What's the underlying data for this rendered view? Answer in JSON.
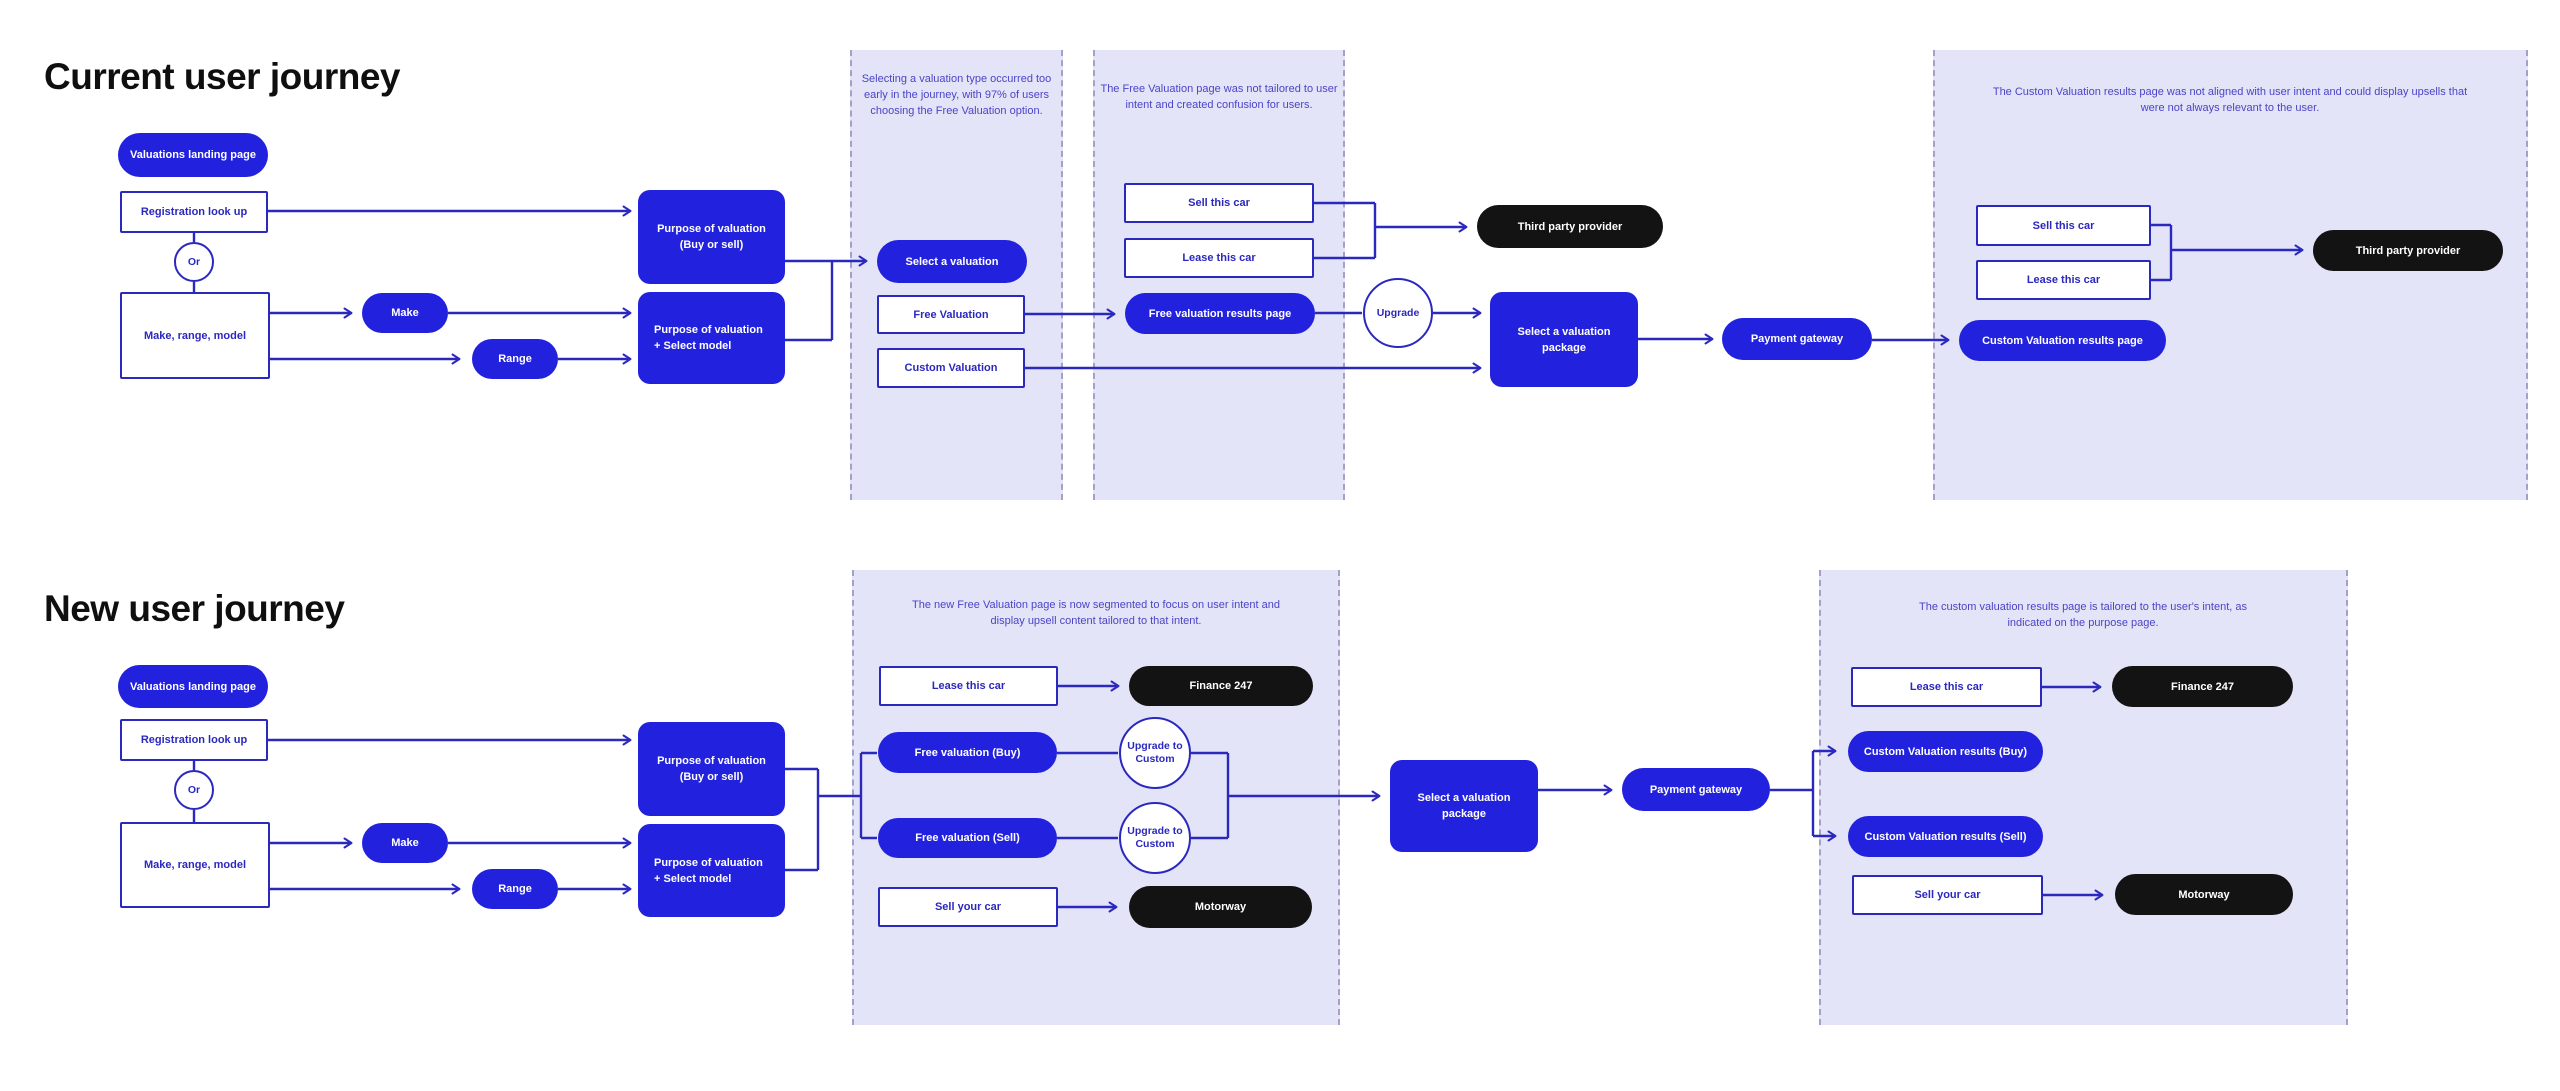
{
  "colors": {
    "blue_fill": "#2222DE",
    "line": "#2B28BD",
    "black_fill": "#131313",
    "panel_bg": "#E4E4F8",
    "panel_dash": "#A3A1C9",
    "note_text": "#4B44C6",
    "title_text": "#0F0F0F"
  },
  "current": {
    "title": "Current user journey",
    "nodes": {
      "valuations_landing": "Valuations landing page",
      "registration": "Registration look up",
      "or": "Or",
      "make_range_model": "Make, range, model",
      "make": "Make",
      "range": "Range",
      "purpose_buy_l1": "Purpose of valuation",
      "purpose_buy_l2": "(Buy or sell)",
      "purpose_model_l1": "Purpose of valuation",
      "purpose_model_l2": "+ Select model",
      "select_valuation": "Select a valuation",
      "free_valuation": "Free Valuation",
      "custom_valuation": "Custom Valuation",
      "sell_this_car": "Sell this car",
      "lease_this_car": "Lease this car",
      "free_results": "Free valuation results page",
      "upgrade": "Upgrade",
      "third_party": "Third party provider",
      "select_package_l1": "Select a valuation",
      "select_package_l2": "package",
      "payment_gateway": "Payment gateway",
      "custom_results": "Custom Valuation results page"
    },
    "notes": {
      "valuation_type": "Selecting a valuation type occurred too early in the journey, with 97% of users choosing the Free Valuation option.",
      "free_valuation_page": "The Free Valuation page was not tailored to user intent and created confusion for users.",
      "custom_results_page": "The Custom Valuation results page was not aligned with user intent and could display upsells that were not always relevant to the user."
    }
  },
  "new": {
    "title": "New user journey",
    "nodes": {
      "valuations_landing": "Valuations landing page",
      "registration": "Registration look up",
      "or": "Or",
      "make_range_model": "Make, range, model",
      "make": "Make",
      "range": "Range",
      "purpose_buy_l1": "Purpose of valuation",
      "purpose_buy_l2": "(Buy or sell)",
      "purpose_model_l1": "Purpose of valuation",
      "purpose_model_l2": "+ Select model",
      "lease_this_car": "Lease this car",
      "finance_247": "Finance 247",
      "free_valuation_buy": "Free valuation (Buy)",
      "free_valuation_sell": "Free valuation (Sell)",
      "upgrade_custom_l1": "Upgrade to",
      "upgrade_custom_l2": "Custom",
      "sell_your_car": "Sell your car",
      "motorway": "Motorway",
      "select_package_l1": "Select a valuation",
      "select_package_l2": "package",
      "payment_gateway": "Payment gateway",
      "custom_results_buy": "Custom Valuation results (Buy)",
      "custom_results_sell": "Custom Valuation results (Sell)"
    },
    "notes": {
      "segmented": "The new Free Valuation page is now segmented to focus on user intent and display upsell content tailored to that intent.",
      "tailored": "The custom valuation results page is tailored to the user's intent, as indicated on the purpose page."
    }
  }
}
